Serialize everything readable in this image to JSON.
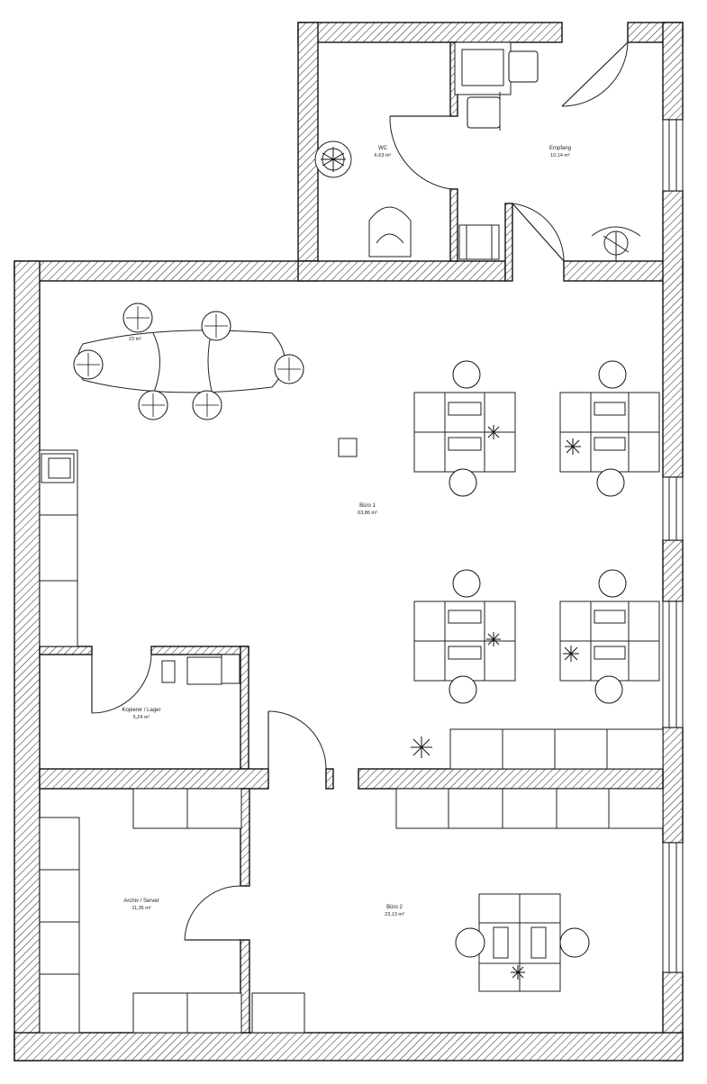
{
  "plan": {
    "rooms": [
      {
        "id": "wc",
        "name": "WC",
        "area": "6,63 m²"
      },
      {
        "id": "empfang",
        "name": "Empfang",
        "area": "10,14 m²"
      },
      {
        "id": "buero1",
        "name": "Büro 1",
        "area": "63,86 m²"
      },
      {
        "id": "kopierer",
        "name": "Kopierer / Lager",
        "area": "5,24 m²"
      },
      {
        "id": "archiv",
        "name": "Archiv / Server",
        "area": "11,35 m²"
      },
      {
        "id": "buero2",
        "name": "Büro 2",
        "area": "23,13 m²"
      }
    ],
    "meeting_label": "23 m²"
  }
}
